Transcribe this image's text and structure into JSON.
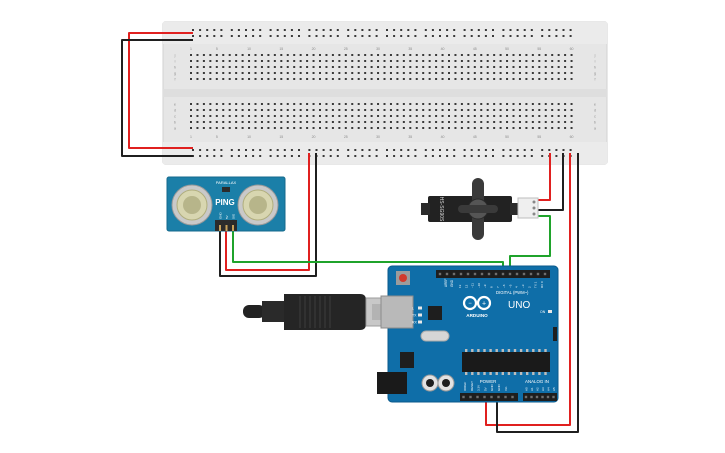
{
  "breadboard": {
    "column_numbers": [
      "1",
      "5",
      "10",
      "15",
      "20",
      "25",
      "30",
      "35",
      "40",
      "45",
      "50",
      "55",
      "60"
    ],
    "row_letters_top": [
      "j",
      "i",
      "h",
      "g",
      "f"
    ],
    "row_letters_bottom": [
      "e",
      "d",
      "c",
      "b",
      "a"
    ],
    "color": "#e6e6e6",
    "hole_color": "#3a3a3a"
  },
  "ping_sensor": {
    "brand": "PARALLAX",
    "model": "PING",
    "pin_labels": [
      "GND",
      "5V",
      "SIG"
    ],
    "color": "#1b7fa8"
  },
  "servo": {
    "model": "HS-SG90S",
    "color": "#222222"
  },
  "usb_cable": {
    "color": "#222222"
  },
  "arduino": {
    "logo_text": "ARDUINO",
    "model": "UNO",
    "digital_label": "DIGITAL (PWM~)",
    "power_label": "POWER",
    "analog_label": "ANALOG IN",
    "aref": "AREF",
    "gnd": "GND",
    "digital_pins": [
      "13",
      "12",
      "~11",
      "~10",
      "~9",
      "8",
      "7",
      "~6",
      "~5",
      "4",
      "~3",
      "2",
      "TX 1",
      "RX 0"
    ],
    "power_pins": [
      "IOREF",
      "RESET",
      "3.3V",
      "5V",
      "GND",
      "GND",
      "Vin"
    ],
    "analog_pins": [
      "A0",
      "A1",
      "A2",
      "A3",
      "A4",
      "A5"
    ],
    "led_labels": [
      "L",
      "TX",
      "RX"
    ],
    "on_label": "ON",
    "color": "#0f6ea8"
  },
  "wires": {
    "red": "#e0201f",
    "black": "#1f1f1f",
    "green": "#1fa32b"
  }
}
